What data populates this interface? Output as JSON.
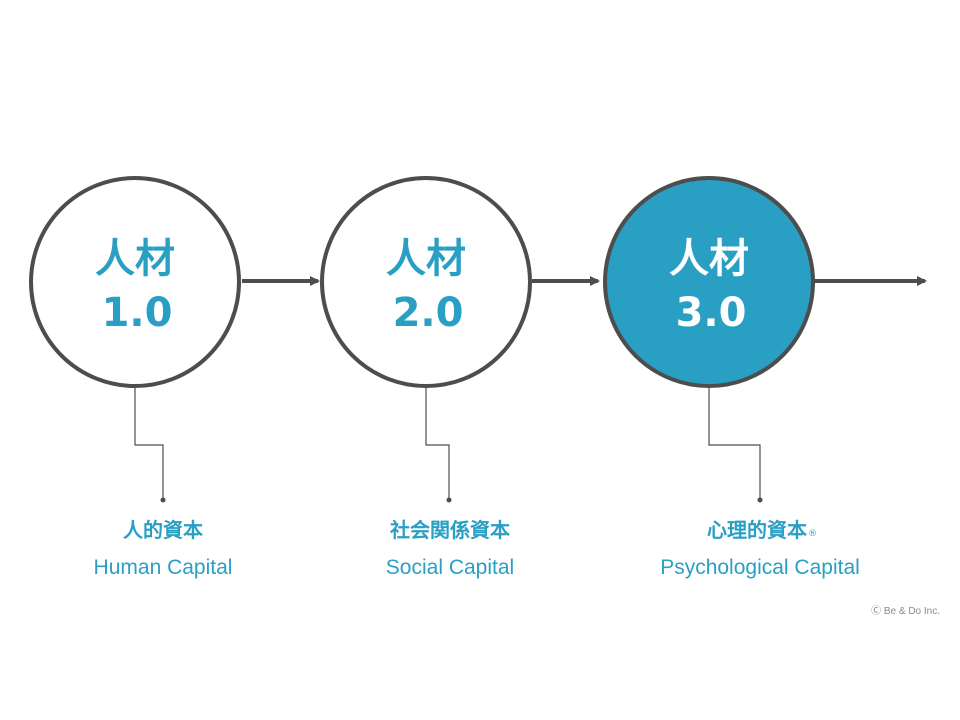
{
  "stages": [
    {
      "title": "人材",
      "version": "1.0",
      "caption_jp": "人的資本",
      "caption_en": "Human Capital",
      "registered": ""
    },
    {
      "title": "人材",
      "version": "2.0",
      "caption_jp": "社会関係資本",
      "caption_en": "Social Capital",
      "registered": ""
    },
    {
      "title": "人材",
      "version": "3.0",
      "caption_jp": "心理的資本",
      "caption_en": "Psychological Capital",
      "registered": "®"
    }
  ],
  "copyright": "Ⓒ Be & Do Inc.",
  "colors": {
    "accent": "#2a9fc4",
    "outline": "#4d4d4d",
    "highlight_fill": "#2a9fc4",
    "plain_fill": "#ffffff",
    "highlight_text": "#ffffff",
    "plain_text": "#2a9fc4"
  }
}
